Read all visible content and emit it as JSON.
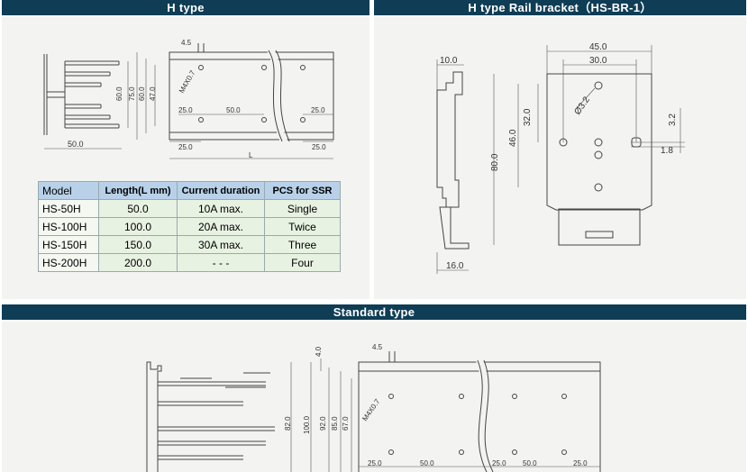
{
  "headers": {
    "h_type": "H type",
    "rail_bracket": "H type Rail bracket（HS-BR-1）",
    "standard": "Standard type"
  },
  "h_type_drawing": {
    "top_dim": "4.5",
    "hole_label": "M4X0.7",
    "dims_vertical": [
      "75.0",
      "60.0",
      "60.0",
      "47.0"
    ],
    "dims_h": [
      "25.0",
      "50.0",
      "25.0",
      "25.0",
      "25.0"
    ],
    "length_label": "L",
    "side_width": "50.0"
  },
  "table": {
    "columns": [
      "Model",
      "Length(L mm)",
      "Current duration",
      "PCS for SSR"
    ],
    "rows": [
      [
        "HS-50H",
        "50.0",
        "10A max.",
        "Single"
      ],
      [
        "HS-100H",
        "100.0",
        "20A max.",
        "Twice"
      ],
      [
        "HS-150H",
        "150.0",
        "30A max.",
        "Three"
      ],
      [
        "HS-200H",
        "200.0",
        "- - -",
        "Four"
      ]
    ]
  },
  "rail_bracket_drawing": {
    "side_top": "10.0",
    "side_bottom": "16.0",
    "width_outer": "45.0",
    "width_inner": "30.0",
    "hole_dia": "Ø3.2",
    "height_total": "80.0",
    "height_46": "46.0",
    "height_32": "32.0",
    "slot_3_2": "3.2",
    "slot_1_8": "1.8"
  },
  "standard_drawing": {
    "top_dim": "4.5",
    "dim_4": "4.0",
    "hole_label": "M4X0.7",
    "dims_vertical": [
      "100.0",
      "92.0",
      "85.0",
      "82.0",
      "67.0"
    ],
    "dims_h": [
      "25.0",
      "50.0",
      "25.0",
      "50.0",
      "25.0"
    ]
  }
}
